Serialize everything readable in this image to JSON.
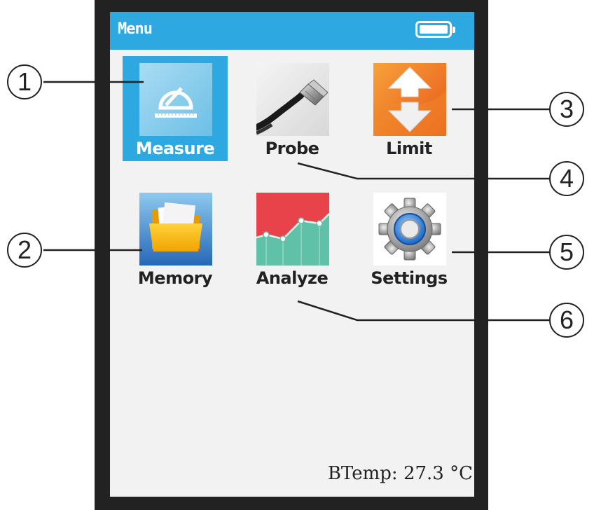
{
  "header": {
    "title": "Menu",
    "battery_icon": "battery-full-icon"
  },
  "menu": {
    "items": [
      {
        "label": "Measure",
        "icon": "protractor-icon",
        "selected": true
      },
      {
        "label": "Probe",
        "icon": "probe-cable-icon",
        "selected": false
      },
      {
        "label": "Limit",
        "icon": "up-down-arrows-icon",
        "selected": false
      },
      {
        "label": "Memory",
        "icon": "folder-icon",
        "selected": false
      },
      {
        "label": "Analyze",
        "icon": "line-chart-icon",
        "selected": false
      },
      {
        "label": "Settings",
        "icon": "gear-icon",
        "selected": false
      }
    ]
  },
  "status": {
    "temperature": "BTemp: 27.3 °C"
  },
  "callouts": [
    "1",
    "2",
    "3",
    "4",
    "5",
    "6"
  ],
  "colors": {
    "accent": "#2ea8e0",
    "bezel": "#222222",
    "screen": "#f2f2f2"
  }
}
